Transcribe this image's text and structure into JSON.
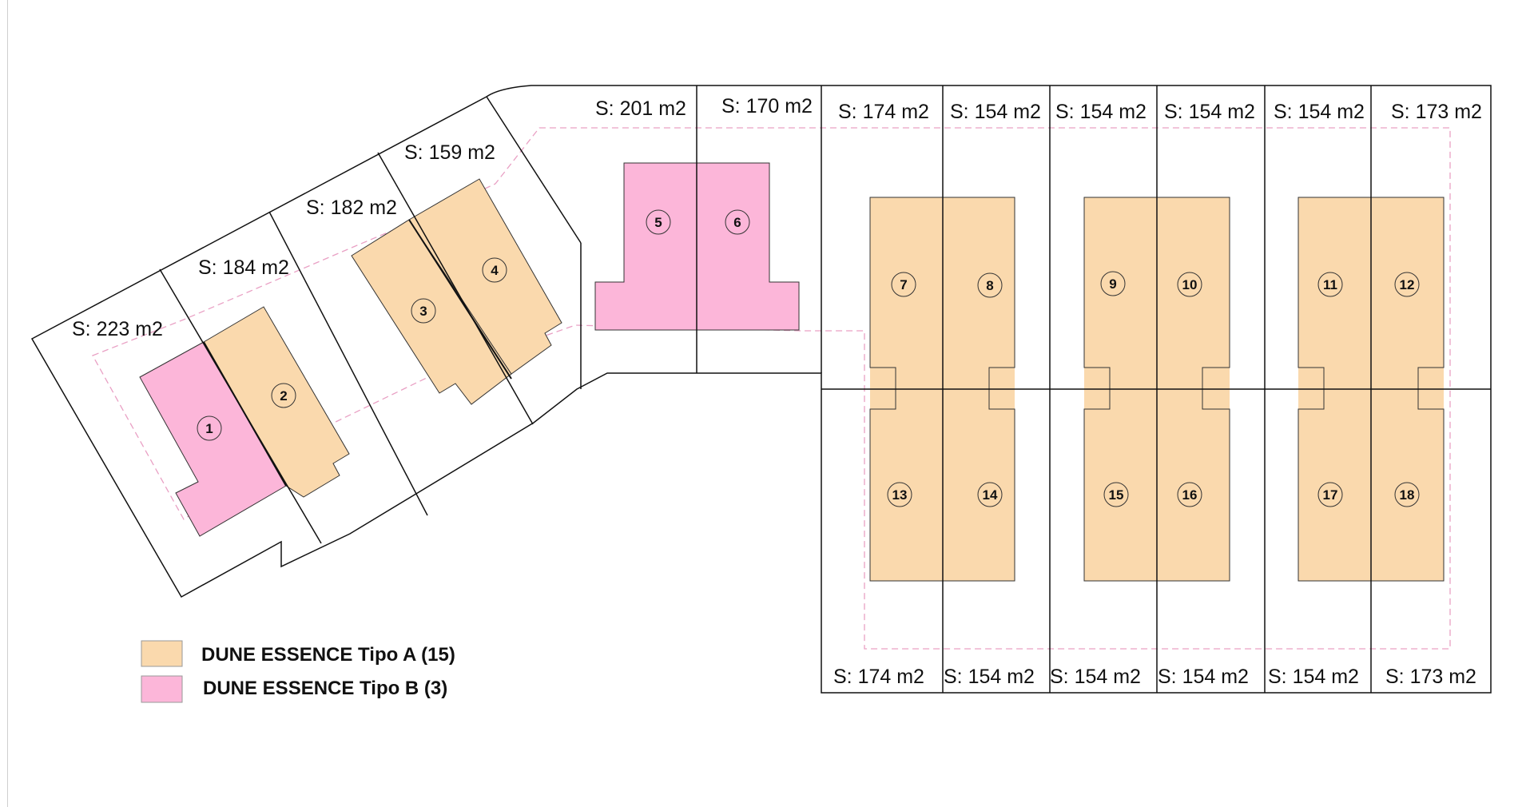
{
  "colors": {
    "tipo_a": "#fad9ad",
    "tipo_b": "#fcb6d9",
    "line": "#111111",
    "setback": "#e9a0c4"
  },
  "legend": [
    {
      "label": "DUNE ESSENCE Tipo A (15)",
      "type": "A"
    },
    {
      "label": "DUNE ESSENCE Tipo B (3)",
      "type": "B"
    }
  ],
  "units": [
    {
      "number": "1",
      "type": "B"
    },
    {
      "number": "2",
      "type": "A"
    },
    {
      "number": "3",
      "type": "A"
    },
    {
      "number": "4",
      "type": "A"
    },
    {
      "number": "5",
      "type": "B"
    },
    {
      "number": "6",
      "type": "B"
    },
    {
      "number": "7",
      "type": "A"
    },
    {
      "number": "8",
      "type": "A"
    },
    {
      "number": "9",
      "type": "A"
    },
    {
      "number": "10",
      "type": "A"
    },
    {
      "number": "11",
      "type": "A"
    },
    {
      "number": "12",
      "type": "A"
    },
    {
      "number": "13",
      "type": "A"
    },
    {
      "number": "14",
      "type": "A"
    },
    {
      "number": "15",
      "type": "A"
    },
    {
      "number": "16",
      "type": "A"
    },
    {
      "number": "17",
      "type": "A"
    },
    {
      "number": "18",
      "type": "A"
    }
  ],
  "areas": {
    "lot_1": "S: 223 m2",
    "lot_2": "S: 184 m2",
    "lot_3": "S: 182 m2",
    "lot_4": "S: 159 m2",
    "lot_5": "S: 201 m2",
    "lot_6": "S: 170 m2",
    "lot_7": "S: 174 m2",
    "lot_8": "S: 154 m2",
    "lot_9": "S: 154 m2",
    "lot_10": "S: 154 m2",
    "lot_11": "S: 154 m2",
    "lot_12": "S: 173 m2",
    "lot_13": "S: 174 m2",
    "lot_14": "S: 154 m2",
    "lot_15": "S: 154 m2",
    "lot_16": "S: 154 m2",
    "lot_17": "S: 154 m2",
    "lot_18": "S: 173 m2"
  }
}
